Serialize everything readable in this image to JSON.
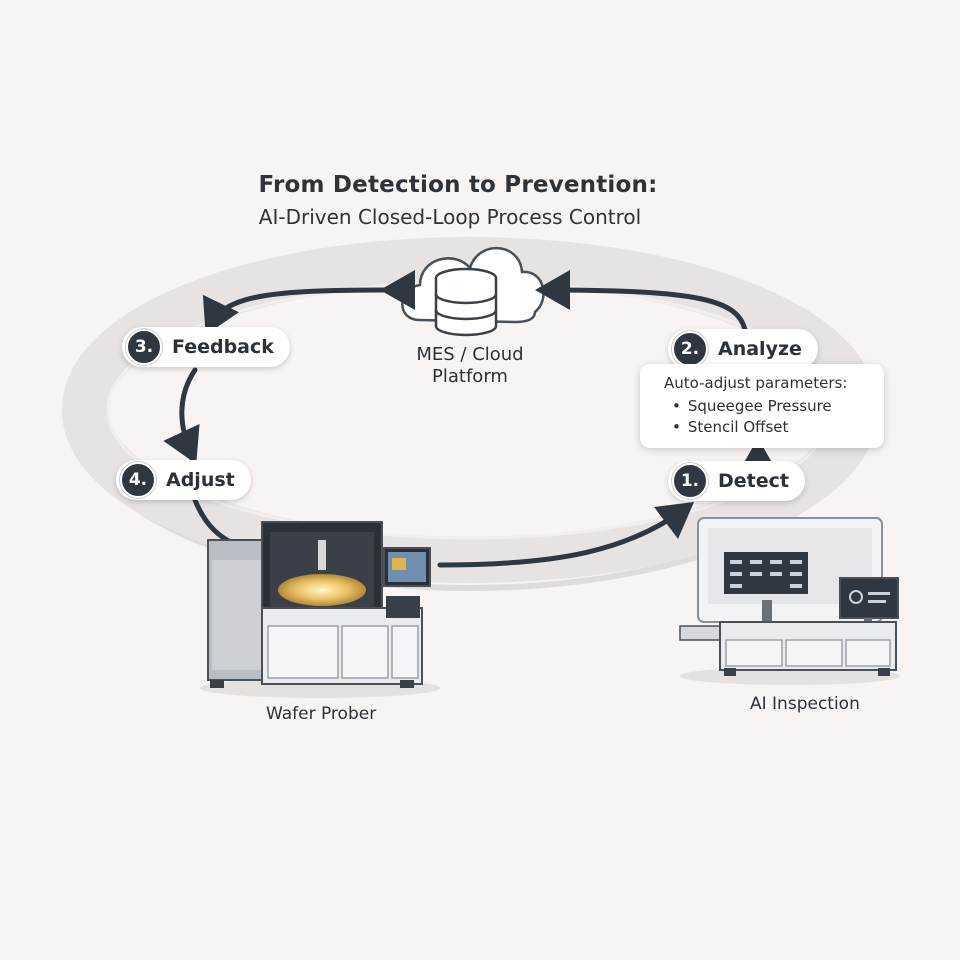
{
  "header": {
    "title": "From Detection to Prevention:",
    "subtitle": "AI-Driven Closed-Loop Process Control"
  },
  "cloud": {
    "label_line1": "MES / Cloud",
    "label_line2": "Platform",
    "icon": "cloud-database-icon"
  },
  "steps": [
    {
      "number": "1.",
      "label": "Detect"
    },
    {
      "number": "2.",
      "label": "Analyze"
    },
    {
      "number": "3.",
      "label": "Feedback"
    },
    {
      "number": "4.",
      "label": "Adjust"
    }
  ],
  "parameters": {
    "heading": "Auto-adjust parameters:",
    "items": [
      "Squeegee Pressure",
      "Stencil Offset"
    ]
  },
  "equipment": {
    "left_caption": "Wafer Prober",
    "right_caption": "AI Inspection"
  },
  "colors": {
    "background": "#f8f4f3",
    "loop_ring": "#e6e3e2",
    "arrow": "#2f3740",
    "badge": "#2f3740",
    "wafer_glow": "#e8c060"
  }
}
